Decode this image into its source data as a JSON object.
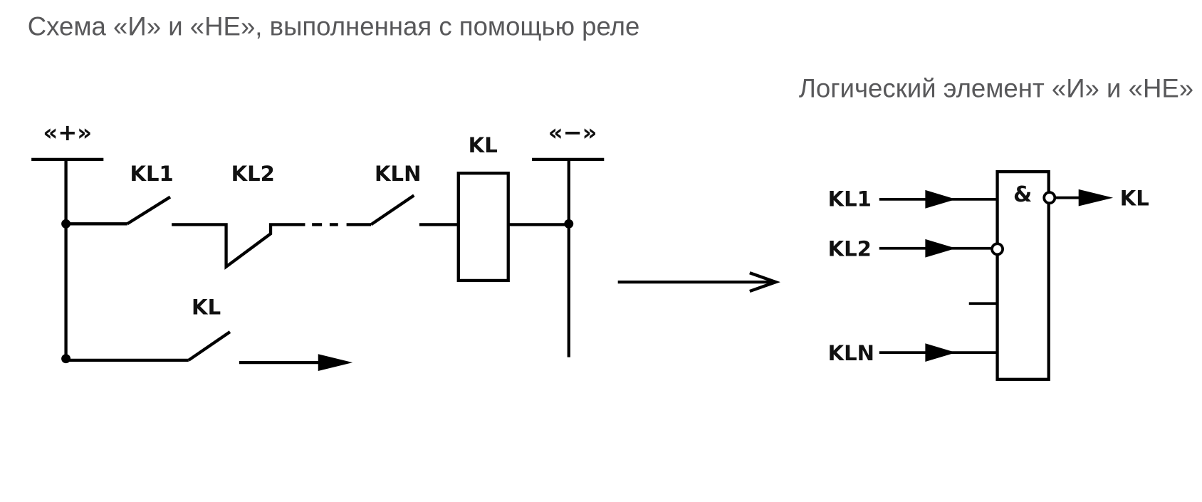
{
  "titles": {
    "relay_scheme": "Схема «И» и «НЕ», выполненная с помощью реле",
    "logic_element": "Логический элемент «И» и «НЕ»"
  },
  "relay_circuit": {
    "plus_bus_label": "«+»",
    "minus_bus_label": "«−»",
    "contacts": [
      {
        "label": "KL1",
        "type": "normally-open"
      },
      {
        "label": "KL2",
        "type": "normally-closed"
      },
      {
        "label": "KLN",
        "type": "normally-open"
      }
    ],
    "coil_label": "KL",
    "self_hold_contact_label": "KL"
  },
  "logic_gate": {
    "symbol": "&",
    "inputs": [
      {
        "label": "KL1",
        "inverted": false
      },
      {
        "label": "KL2",
        "inverted": true
      },
      {
        "label": "",
        "inverted": false
      },
      {
        "label": "KLN",
        "inverted": false
      }
    ],
    "output": {
      "label": "KL",
      "inverted": true
    }
  },
  "colors": {
    "title_text": "#58585a",
    "lines": "#000000",
    "background": "#ffffff"
  }
}
